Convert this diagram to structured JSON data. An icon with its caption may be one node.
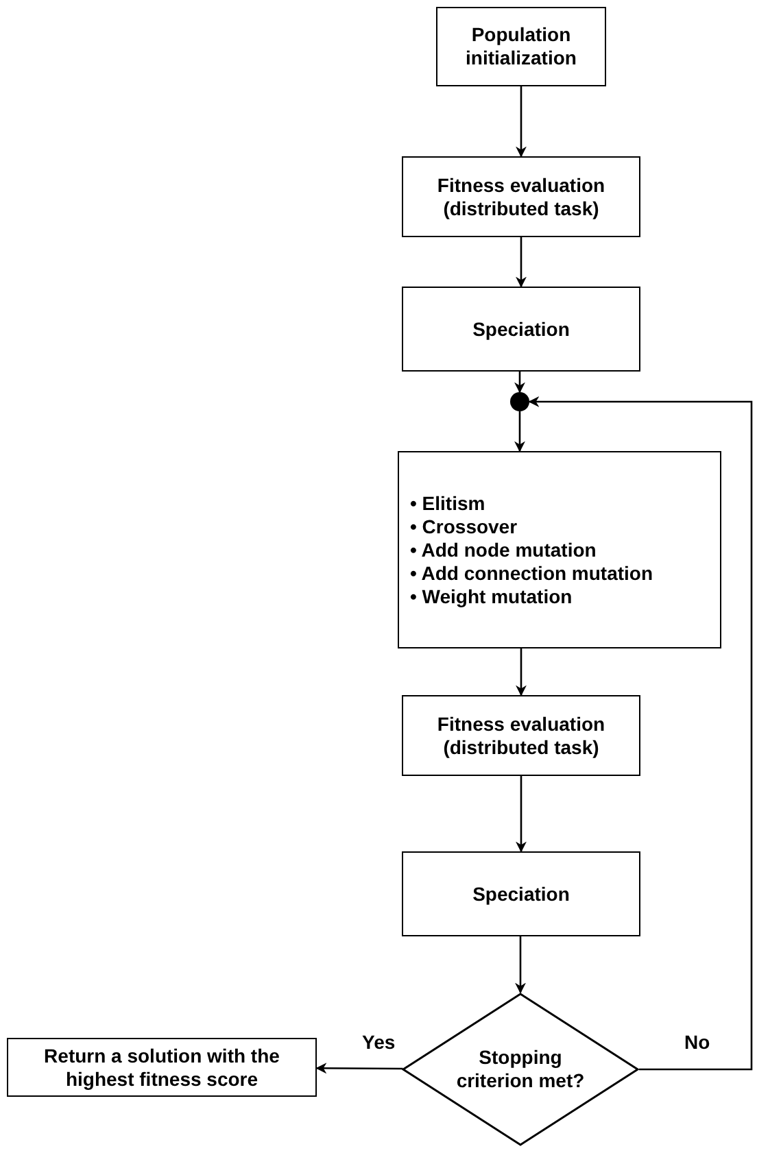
{
  "diagram": {
    "nodes": [
      {
        "text": [
          "Population initialization"
        ]
      },
      {
        "text": [
          "Fitness evaluation (distributed task)"
        ]
      },
      {
        "text": [
          "Speciation"
        ]
      },
      {
        "text": [],
        "shape": "circle"
      },
      {
        "text": [
          "• Elitism",
          "• Crossover",
          "• Add node mutation",
          "• Add connection mutation",
          "• Weight mutation"
        ]
      },
      {
        "text": [
          "Fitness evaluation (distributed task)"
        ]
      },
      {
        "text": [
          "Speciation"
        ]
      },
      {
        "text": [
          "Stopping criterion met?"
        ]
      },
      {
        "text": [
          "Return a solution with the highest fitness score"
        ]
      }
    ],
    "edges": [
      {
        "from": 0,
        "to": 1,
        "arrow": "to"
      },
      {
        "from": 1,
        "to": 2,
        "arrow": "to"
      },
      {
        "from": 2,
        "to": 3,
        "arrow": "to"
      },
      {
        "from": 3,
        "to": 4,
        "arrow": "to"
      },
      {
        "from": 4,
        "to": 5,
        "arrow": "to"
      },
      {
        "from": 5,
        "to": 6,
        "arrow": "to"
      },
      {
        "from": 6,
        "to": 7,
        "arrow": "to"
      },
      {
        "from": 7,
        "to": 8,
        "arrow": "to",
        "label": "Yes"
      },
      {
        "from": 7,
        "to": 3,
        "arrow": "to",
        "label": "No"
      }
    ]
  }
}
